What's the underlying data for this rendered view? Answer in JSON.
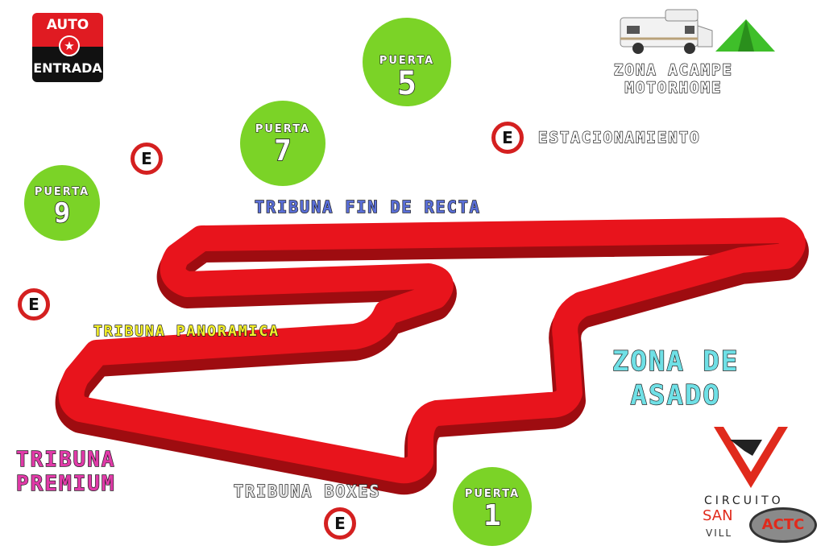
{
  "logo_auto_entrada": {
    "top": "AUTO",
    "bottom": "ENTRADA"
  },
  "gates": [
    {
      "label": "PUERTA",
      "number": "5"
    },
    {
      "label": "PUERTA",
      "number": "7"
    },
    {
      "label": "PUERTA",
      "number": "9"
    },
    {
      "label": "PUERTA",
      "number": "1"
    }
  ],
  "parking_symbol": "E",
  "labels": {
    "camping": [
      "ZONA ACAMPE",
      "MOTORHOME"
    ],
    "parking": "ESTACIONAMIENTO",
    "tribuna_fin_recta": "TRIBUNA FIN DE RECTA",
    "tribuna_panoramica": "TRIBUNA PANORAMICA",
    "zona_asado": [
      "ZONA DE",
      "ASADO"
    ],
    "tribuna_premium": [
      "TRIBUNA",
      "PREMIUM"
    ],
    "tribuna_boxes": "TRIBUNA BOXES"
  },
  "circuit_logo": {
    "line1": "CIRCUITO",
    "line2": "SAN",
    "line3": "VILL",
    "badge": "ACTC"
  },
  "colors": {
    "track": "#e8141c",
    "track_shadow": "#9e0c10",
    "gate": "#7bd327",
    "parking_ring": "#d42020",
    "fin_recta": "#5a6fd8",
    "panoramica": "#f4f02a",
    "asado": "#6fe0e6",
    "premium": "#e03aa8",
    "boxes": "#e8e8e8"
  }
}
